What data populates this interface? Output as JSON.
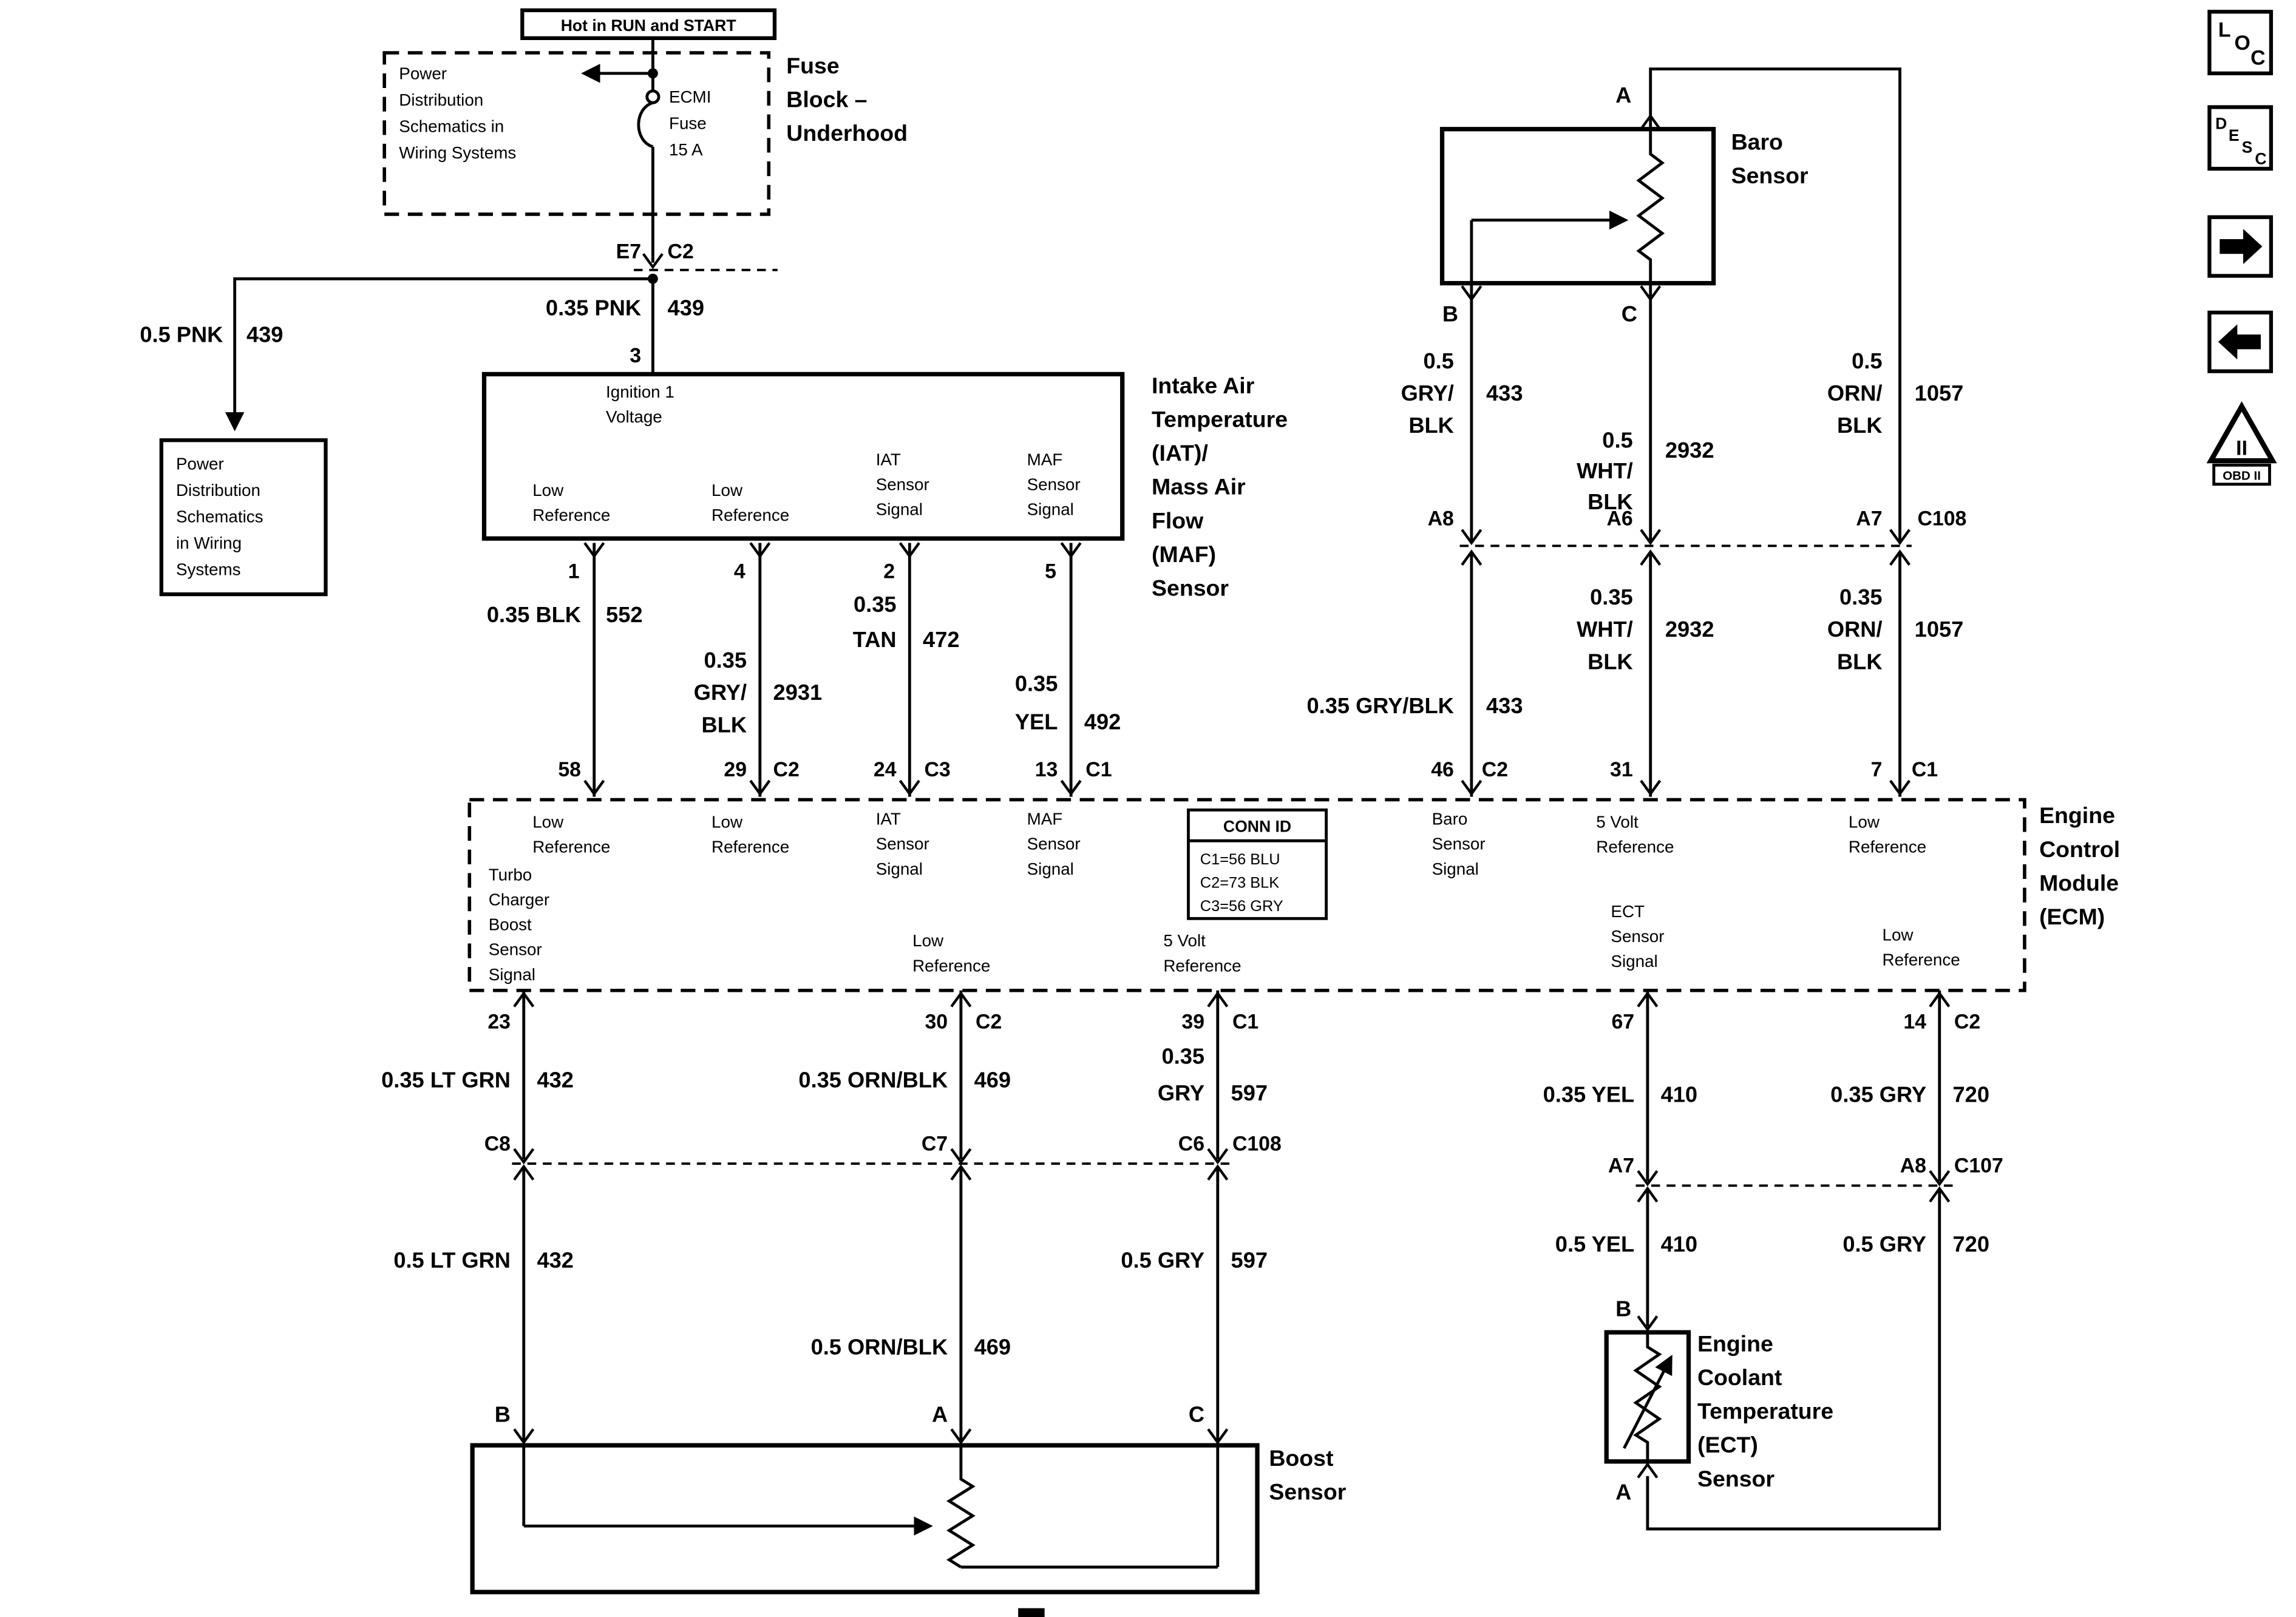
{
  "top": {
    "hot_label": "Hot in RUN and START",
    "ref_lines": [
      "Power",
      "Distribution",
      "Schematics in",
      "Wiring Systems"
    ],
    "fuse_lines": [
      "ECMI",
      "Fuse",
      "15 A"
    ],
    "block_lines": [
      "Fuse",
      "Block –",
      "Underhood"
    ],
    "conn_e7": "E7",
    "conn_c2": "C2",
    "wire1_gauge": "0.35 PNK",
    "wire1_ckt": "439",
    "wire1_pin": "3",
    "wire2_gauge": "0.5 PNK",
    "wire2_ckt": "439",
    "pdist_lines": [
      "Power",
      "Distribution",
      "Schematics",
      "in Wiring",
      "Systems"
    ]
  },
  "iatmaf": {
    "title_lines": [
      "Intake Air",
      "Temperature",
      "(IAT)/",
      "Mass Air",
      "Flow",
      "(MAF)",
      "Sensor"
    ],
    "ign_lines": [
      "Ignition 1",
      "Voltage"
    ],
    "low1": [
      "Low",
      "Reference"
    ],
    "low2": [
      "Low",
      "Reference"
    ],
    "iat": [
      "IAT",
      "Sensor",
      "Signal"
    ],
    "maf": [
      "MAF",
      "Sensor",
      "Signal"
    ],
    "p1": "1",
    "p4": "4",
    "p2": "2",
    "p5": "5",
    "w1": {
      "gauge": "0.35 BLK",
      "ckt": "552",
      "pin": "58"
    },
    "w2": {
      "gauge": [
        "0.35",
        "GRY/",
        "BLK"
      ],
      "ckt": "2931",
      "pin": "29",
      "conn": "C2"
    },
    "w3": {
      "gauge": [
        "0.35",
        "TAN"
      ],
      "ckt": "472",
      "pin": "24",
      "conn": "C3"
    },
    "w4": {
      "gauge": [
        "0.35",
        "YEL"
      ],
      "ckt": "492",
      "pin": "13",
      "conn": "C1"
    }
  },
  "baro": {
    "title_lines": [
      "Baro",
      "Sensor"
    ],
    "pa": "A",
    "pb": "B",
    "pc": "C",
    "b_up": {
      "gauge": [
        "0.5",
        "GRY/",
        "BLK"
      ],
      "ckt": "433",
      "conn": "A8"
    },
    "c_up": {
      "gauge": [
        "0.5",
        "WHT/",
        "BLK"
      ],
      "ckt": "2932",
      "conn": "A6"
    },
    "a_up": {
      "gauge": [
        "0.5",
        "ORN/",
        "BLK"
      ],
      "ckt": "1057",
      "conn": "A7",
      "conn2": "C108"
    },
    "b_dn": {
      "gauge": "0.35 GRY/BLK",
      "ckt": "433",
      "pin": "46",
      "conn": "C2"
    },
    "c_dn": {
      "gauge": [
        "0.35",
        "WHT/",
        "BLK"
      ],
      "ckt": "2932",
      "pin": "31"
    },
    "a_dn": {
      "gauge": [
        "0.35",
        "ORN/",
        "BLK"
      ],
      "ckt": "1057",
      "pin": "7",
      "conn": "C1"
    }
  },
  "ecm": {
    "title_lines": [
      "Engine",
      "Control",
      "Module",
      "(ECM)"
    ],
    "top_labels": [
      [
        "Low",
        "Reference"
      ],
      [
        "Low",
        "Reference"
      ],
      [
        "IAT",
        "Sensor",
        "Signal"
      ],
      [
        "MAF",
        "Sensor",
        "Signal"
      ],
      [
        "Baro",
        "Sensor",
        "Signal"
      ],
      [
        "5 Volt",
        "Reference"
      ],
      [
        "Low",
        "Reference"
      ]
    ],
    "turbo": [
      "Turbo",
      "Charger",
      "Boost",
      "Sensor",
      "Signal"
    ],
    "low_mid": [
      "Low",
      "Reference"
    ],
    "v5_mid": [
      "5 Volt",
      "Reference"
    ],
    "ect": [
      "ECT",
      "Sensor",
      "Signal"
    ],
    "low_bot": [
      "Low",
      "Reference"
    ],
    "connid_title": "CONN ID",
    "connid_rows": [
      "C1=56 BLU",
      "C2=73 BLK",
      "C3=56 GRY"
    ]
  },
  "lower": {
    "w1": {
      "pin": "23",
      "g35": "0.35 LT GRN",
      "ckt": "432",
      "conn": "C8",
      "g5": "0.5 LT GRN"
    },
    "w2": {
      "pin": "30",
      "pconn": "C2",
      "g35": "0.35 ORN/BLK",
      "ckt": "469",
      "conn": "C7",
      "g5": "0.5 ORN/BLK"
    },
    "w3": {
      "pin": "39",
      "pconn": "C1",
      "g35a": "0.35",
      "g35b": "GRY",
      "ckt": "597",
      "conn": "C6",
      "conn2": "C108",
      "g5": "0.5 GRY"
    },
    "w4": {
      "pin": "67",
      "g35": "0.35 YEL",
      "ckt": "410",
      "conn": "A7",
      "g5": "0.5 YEL"
    },
    "w5": {
      "pin": "14",
      "pconn": "C2",
      "g35": "0.35 GRY",
      "ckt": "720",
      "conn": "A8",
      "conn2": "C107",
      "g5": "0.5 GRY"
    }
  },
  "boost": {
    "title_lines": [
      "Boost",
      "Sensor"
    ],
    "pb": "B",
    "pa": "A",
    "pc": "C"
  },
  "ectsensor": {
    "title_lines": [
      "Engine",
      "Coolant",
      "Temperature",
      "(ECT)",
      "Sensor"
    ],
    "pb": "B",
    "pa": "A"
  },
  "nav": {
    "loc": [
      "L",
      "O",
      "C"
    ],
    "desc": [
      "D",
      "E",
      "S",
      "C"
    ],
    "obd_mark": "II",
    "obd_label": "OBD II"
  }
}
